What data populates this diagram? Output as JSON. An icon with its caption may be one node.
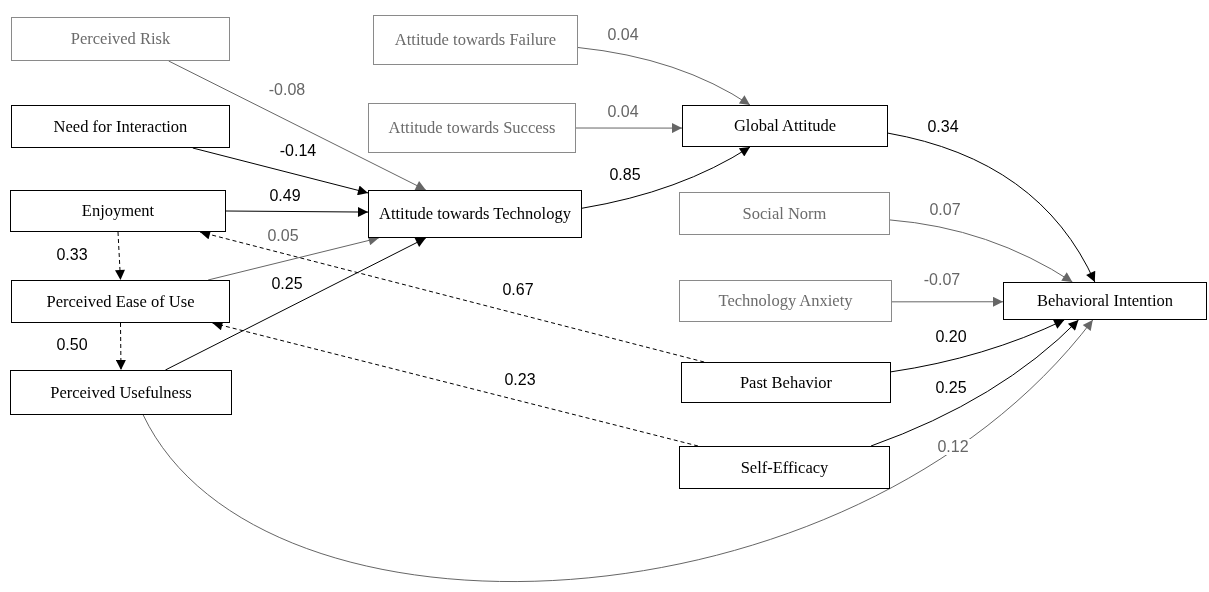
{
  "diagram": {
    "nodes": [
      {
        "text": [
          "Perceived Risk"
        ]
      },
      {
        "text": [
          "Attitude towards Failure"
        ]
      },
      {
        "text": [
          "Need for Interaction"
        ]
      },
      {
        "text": [
          "Attitude towards Success"
        ]
      },
      {
        "text": [
          "Global Attitude"
        ]
      },
      {
        "text": [
          "Enjoyment"
        ]
      },
      {
        "text": [
          "Attitude towards Technology"
        ]
      },
      {
        "text": [
          "Social Norm"
        ]
      },
      {
        "text": [
          "Perceived Ease of Use"
        ]
      },
      {
        "text": [
          "Technology Anxiety"
        ]
      },
      {
        "text": [
          "Behavioral Intention"
        ]
      },
      {
        "text": [
          "Past Behavior"
        ]
      },
      {
        "text": [
          "Perceived Usefulness"
        ]
      },
      {
        "text": [
          "Self-Efficacy"
        ]
      }
    ],
    "edges": [
      {
        "from": 0,
        "to": 6,
        "arrow": "to",
        "label": "-0.08",
        "color": "#666666"
      },
      {
        "from": 2,
        "to": 6,
        "arrow": "to",
        "label": "-0.14"
      },
      {
        "from": 5,
        "to": 6,
        "arrow": "to",
        "label": "0.49"
      },
      {
        "from": 8,
        "to": 6,
        "arrow": "to",
        "label": "0.05",
        "color": "#666666"
      },
      {
        "from": 12,
        "to": 6,
        "arrow": "to",
        "label": "0.25"
      },
      {
        "from": 5,
        "to": 8,
        "arrow": "to",
        "label": "0.33",
        "style": "dashed"
      },
      {
        "from": 8,
        "to": 12,
        "arrow": "to",
        "label": "0.50",
        "style": "dashed"
      },
      {
        "from": 11,
        "to": 5,
        "arrow": "to",
        "label": "0.67",
        "style": "dashed"
      },
      {
        "from": 13,
        "to": 8,
        "arrow": "to",
        "label": "0.23",
        "style": "dashed"
      },
      {
        "from": 1,
        "to": 4,
        "arrow": "to",
        "label": "0.04",
        "color": "#666666"
      },
      {
        "from": 3,
        "to": 4,
        "arrow": "to",
        "label": "0.04",
        "color": "#666666"
      },
      {
        "from": 6,
        "to": 4,
        "arrow": "to",
        "label": "0.85"
      },
      {
        "from": 4,
        "to": 10,
        "arrow": "to",
        "label": "0.34"
      },
      {
        "from": 7,
        "to": 10,
        "arrow": "to",
        "label": "0.07",
        "color": "#666666"
      },
      {
        "from": 9,
        "to": 10,
        "arrow": "to",
        "label": "-0.07",
        "color": "#666666"
      },
      {
        "from": 11,
        "to": 10,
        "arrow": "to",
        "label": "0.20"
      },
      {
        "from": 13,
        "to": 10,
        "arrow": "to",
        "label": "0.25"
      },
      {
        "from": 12,
        "to": 10,
        "arrow": "to",
        "label": "0.12",
        "color": "#666666"
      }
    ]
  }
}
